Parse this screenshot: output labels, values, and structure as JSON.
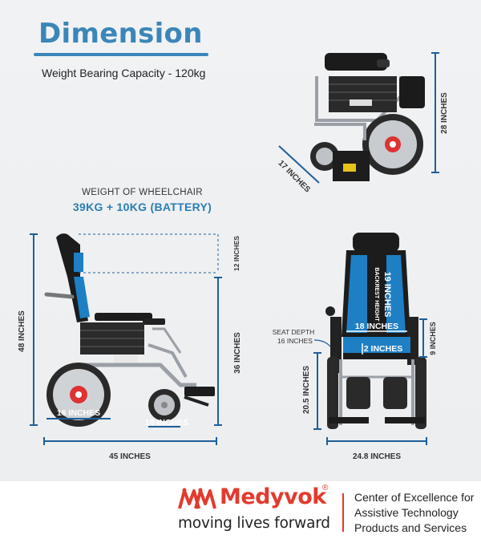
{
  "title": "Dimension",
  "weight_bearing_capacity": "Weight Bearing Capacity - 120kg",
  "wheelchair_weight_label": "WEIGHT OF WHEELCHAIR",
  "wheelchair_weight_values": "39KG + 10KG (BATTERY)",
  "folded_view": {
    "height": "28 INCHES",
    "depth": "17 INCHES"
  },
  "side_view": {
    "total_height": "48 INCHES",
    "headrest_extension": "12 INCHES",
    "base_height": "36 INCHES",
    "rear_wheel": "16 INCHES",
    "front_wheel": "10 INCHES",
    "length": "45 INCHES"
  },
  "front_view": {
    "backrest_height": "BACKREST HEIGHT",
    "backrest_height_value": "19 INCHES",
    "seat_width": "18 INCHES",
    "cushion": "2 INCHES",
    "seat_depth_label": "SEAT DEPTH",
    "seat_depth_value": "16 INCHES",
    "armrest_height": "9 INCHES",
    "seat_height": "20.5 INCHES",
    "width": "24.8 INCHES"
  },
  "footer": {
    "brand": "Medyvok",
    "registered": "®",
    "tagline": "moving lives forward",
    "center_line1": "Center of Excellence for",
    "center_line2": "Assistive Technology",
    "center_line3": "Products and Services"
  },
  "colors": {
    "accent_blue": "#3b86b8",
    "dimension_blue": "#1e5f9a",
    "seat_blue": "#1e7fc4",
    "brand_red": "#e23a2e"
  }
}
